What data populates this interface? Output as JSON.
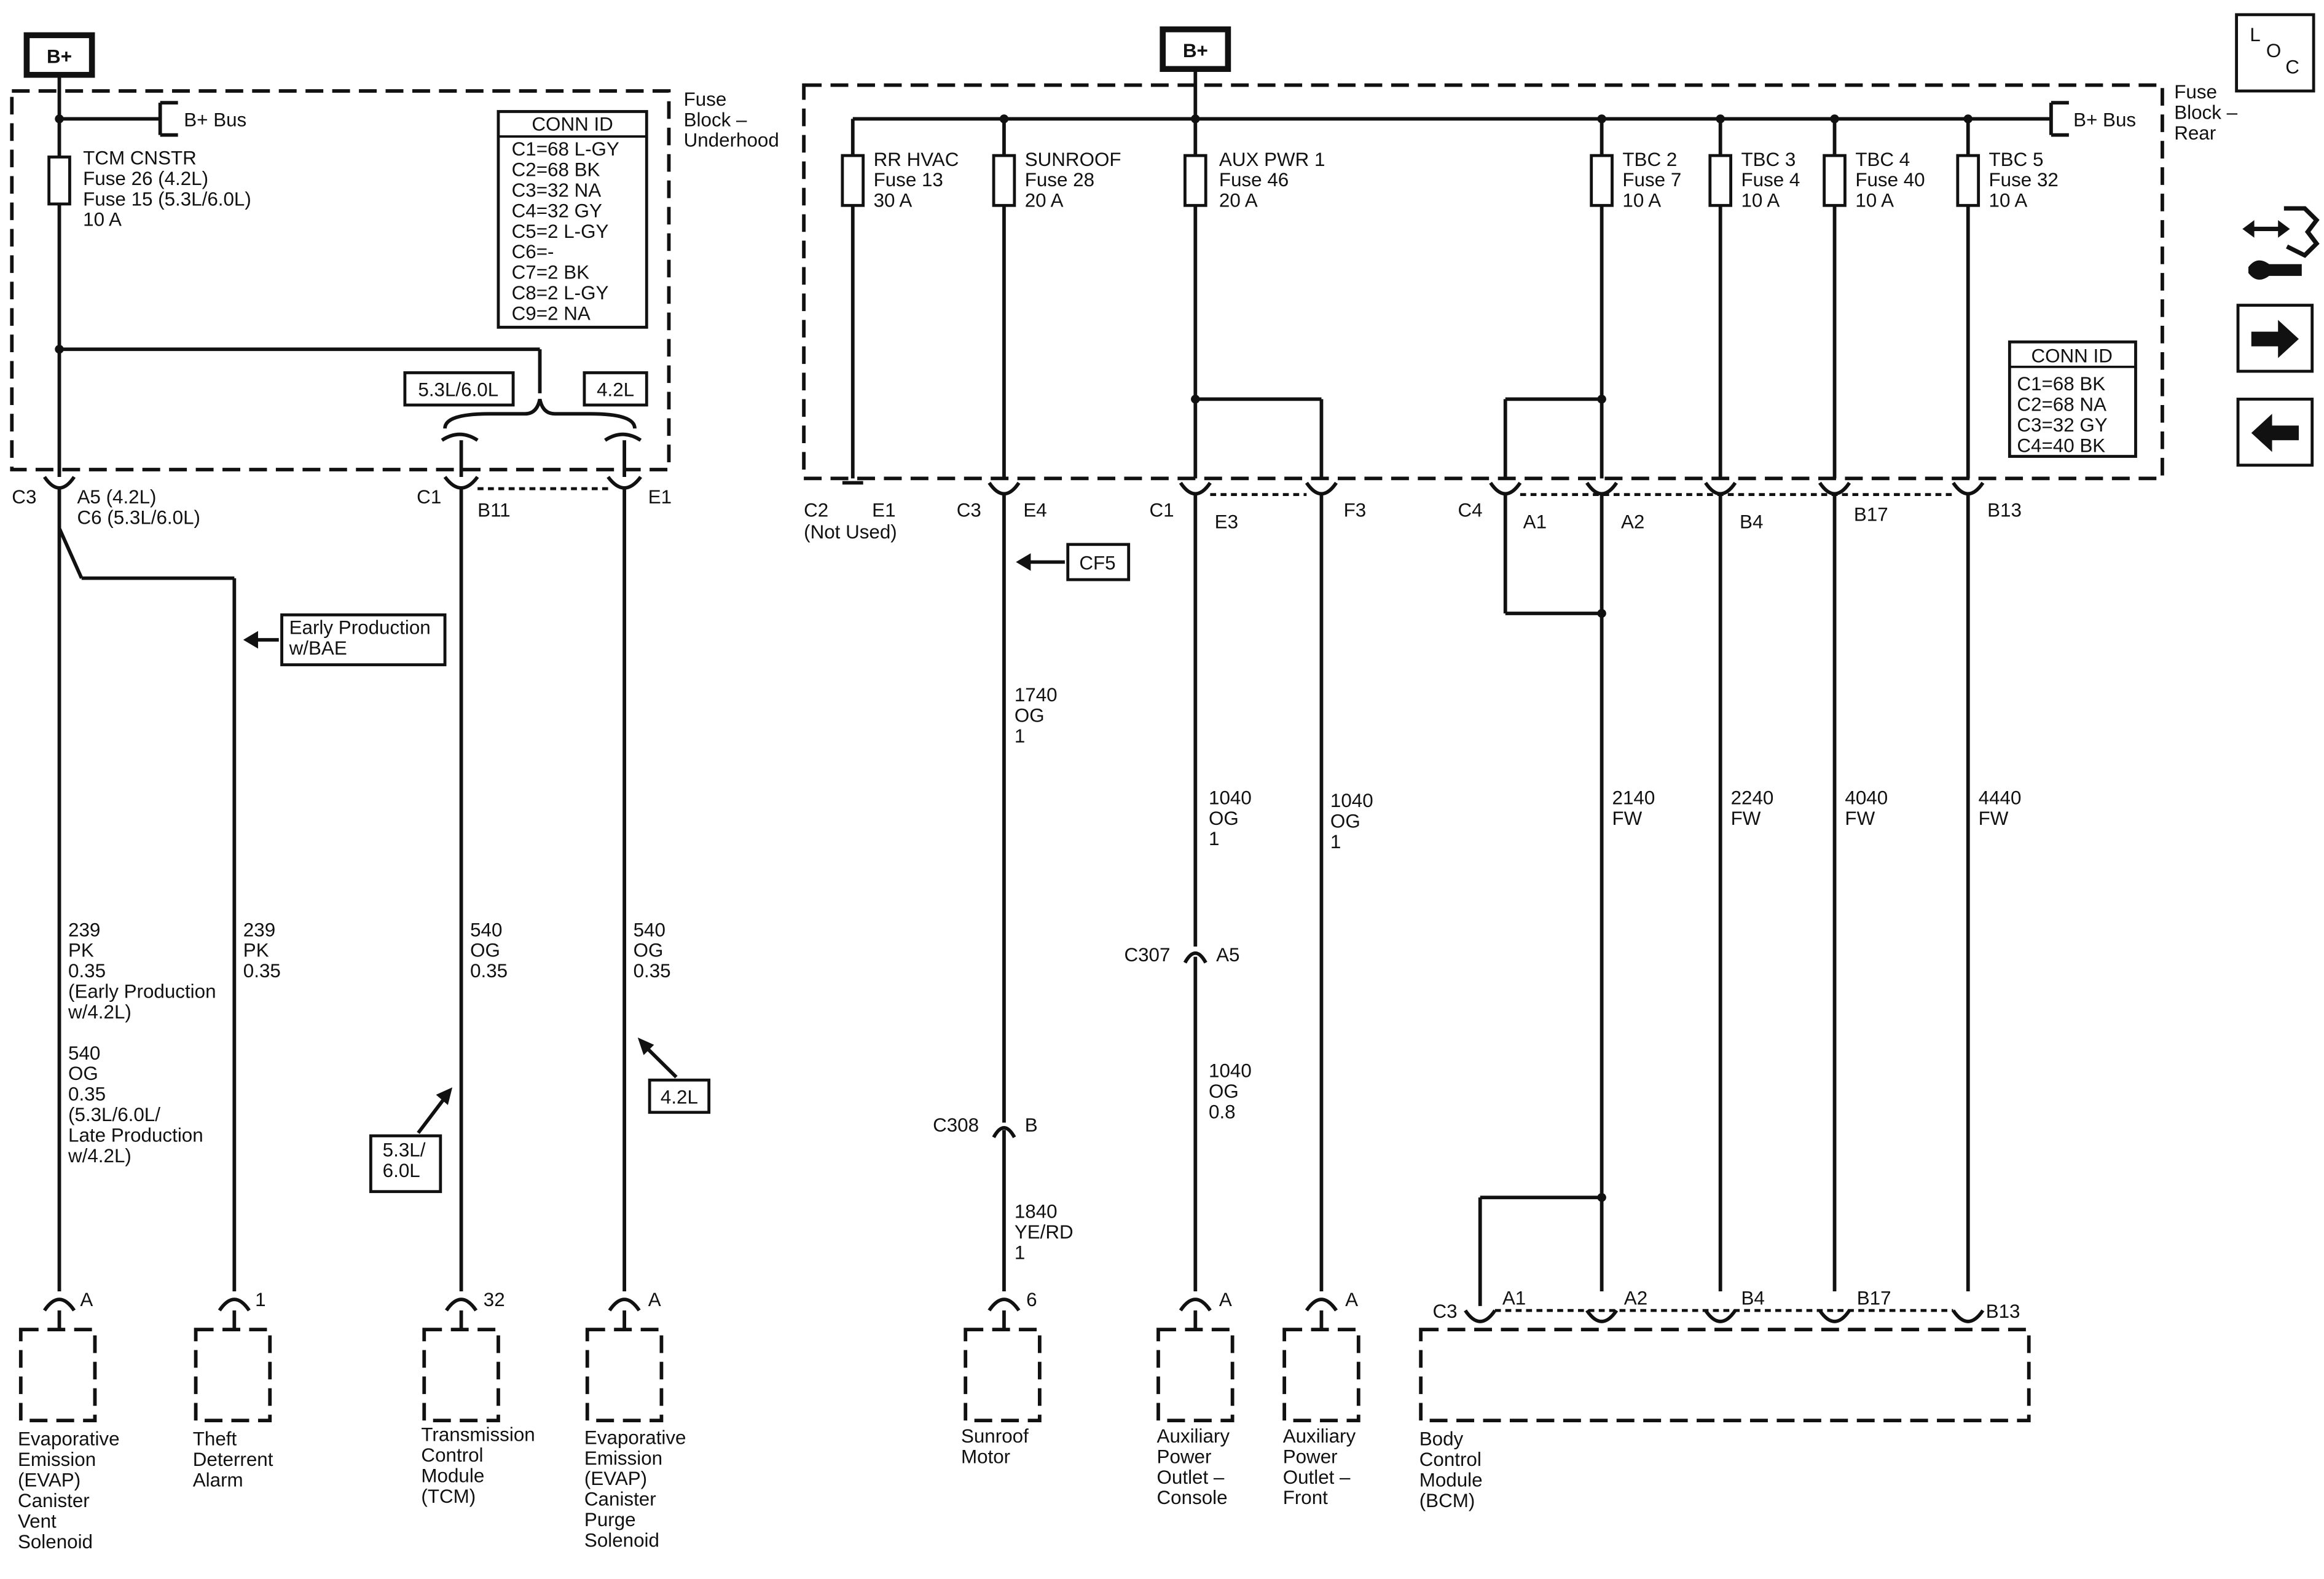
{
  "title_power": "B+",
  "loc": {
    "l": "L",
    "o": "O",
    "c": "C"
  },
  "underhood": {
    "block_label": [
      "Fuse",
      "Block –",
      "Underhood"
    ],
    "bus_label": "B+ Bus",
    "fuse": [
      "TCM CNSTR",
      "Fuse 26 (4.2L)",
      "Fuse 15 (5.3L/6.0L)",
      "10 A"
    ],
    "conn_id_title": "CONN ID",
    "conn_id": [
      "C1=68 L-GY",
      "C2=68 BK",
      "C3=32 NA",
      "C4=32 GY",
      "C5=2 L-GY",
      "C6=-",
      "C7=2 BK",
      "C8=2 L-GY",
      "C9=2 NA"
    ],
    "opt_a": "5.3L/6.0L",
    "opt_b": "4.2L",
    "c3": "C3",
    "c3_pins": [
      "A5 (4.2L)",
      "C6 (5.3L/6.0L)"
    ],
    "c1": "C1",
    "b11": "B11",
    "e1": "E1",
    "early": [
      "Early Production",
      "w/BAE"
    ],
    "wire_evap_vent": [
      "239",
      "PK",
      "0.35",
      "(Early Production",
      "w/4.2L)"
    ],
    "wire_evap_vent_2": [
      "540",
      "OG",
      "0.35",
      "(5.3L/6.0L/",
      "Late Production",
      "w/4.2L)"
    ],
    "wire_theft": [
      "239",
      "PK",
      "0.35"
    ],
    "wire_tcm": [
      "540",
      "OG",
      "0.35"
    ],
    "wire_purge": [
      "540",
      "OG",
      "0.35"
    ],
    "tag_53": [
      "5.3L/",
      "6.0L"
    ],
    "tag_42": "4.2L",
    "pin_a": "A",
    "pin_1": "1",
    "pin_32": "32",
    "pin_a2": "A",
    "comp_vent": [
      "Evaporative",
      "Emission",
      "(EVAP)",
      "Canister",
      "Vent",
      "Solenoid"
    ],
    "comp_theft": [
      "Theft",
      "Deterrent",
      "Alarm"
    ],
    "comp_tcm": [
      "Transmission",
      "Control",
      "Module",
      "(TCM)"
    ],
    "comp_purge": [
      "Evaporative",
      "Emission",
      "(EVAP)",
      "Canister",
      "Purge",
      "Solenoid"
    ]
  },
  "rear": {
    "block_label": [
      "Fuse",
      "Block –",
      "Rear"
    ],
    "bus_label": "B+ Bus",
    "fuses": [
      [
        "RR HVAC",
        "Fuse 13",
        "30 A"
      ],
      [
        "SUNROOF",
        "Fuse 28",
        "20 A"
      ],
      [
        "AUX PWR 1",
        "Fuse 46",
        "20 A"
      ],
      [
        "TBC 2",
        "Fuse 7",
        "10 A"
      ],
      [
        "TBC 3",
        "Fuse 4",
        "10 A"
      ],
      [
        "TBC 4",
        "Fuse 40",
        "10 A"
      ],
      [
        "TBC 5",
        "Fuse 32",
        "10 A"
      ]
    ],
    "conn_id_title": "CONN ID",
    "conn_id": [
      "C1=68 BK",
      "C2=68 NA",
      "C3=32 GY",
      "C4=40 BK"
    ],
    "c2": "C2",
    "not_used": "(Not Used)",
    "e1": "E1",
    "c3": "C3",
    "e4": "E4",
    "c1": "C1",
    "e3": "E3",
    "f3": "F3",
    "c4": "C4",
    "a1": "A1",
    "a2": "A2",
    "b4": "B4",
    "b17": "B17",
    "b13": "B13",
    "cf5": "CF5",
    "wire_sunroof": [
      "1740",
      "OG",
      "1"
    ],
    "wire_sunroof_2": [
      "1840",
      "YE/RD",
      "1"
    ],
    "c308": "C308",
    "c308_pin": "B",
    "wire_aux_console": [
      "1040",
      "OG",
      "1"
    ],
    "wire_aux_console_2": [
      "1040",
      "OG",
      "0.8"
    ],
    "c307": "C307",
    "c307_pin": "A5",
    "wire_aux_front": [
      "1040",
      "OG",
      "1"
    ],
    "wire_tbc2": [
      "2140",
      "FW"
    ],
    "wire_tbc3": [
      "2240",
      "FW"
    ],
    "wire_tbc4": [
      "4040",
      "FW"
    ],
    "wire_tbc5": [
      "4440",
      "FW"
    ],
    "pin_6": "6",
    "pin_a": "A",
    "pin_a2": "A",
    "bcm_c3": "C3",
    "bcm_a1": "A1",
    "bcm_a2": "A2",
    "bcm_b4": "B4",
    "bcm_b17": "B17",
    "bcm_b13": "B13",
    "comp_sunroof": [
      "Sunroof",
      "Motor"
    ],
    "comp_aux_console": [
      "Auxiliary",
      "Power",
      "Outlet –",
      "Console"
    ],
    "comp_aux_front": [
      "Auxiliary",
      "Power",
      "Outlet –",
      "Front"
    ],
    "comp_bcm": [
      "Body",
      "Control",
      "Module",
      "(BCM)"
    ]
  },
  "icons": [
    "schematic-nav-icon",
    "arrow-right-icon",
    "arrow-left-icon"
  ]
}
